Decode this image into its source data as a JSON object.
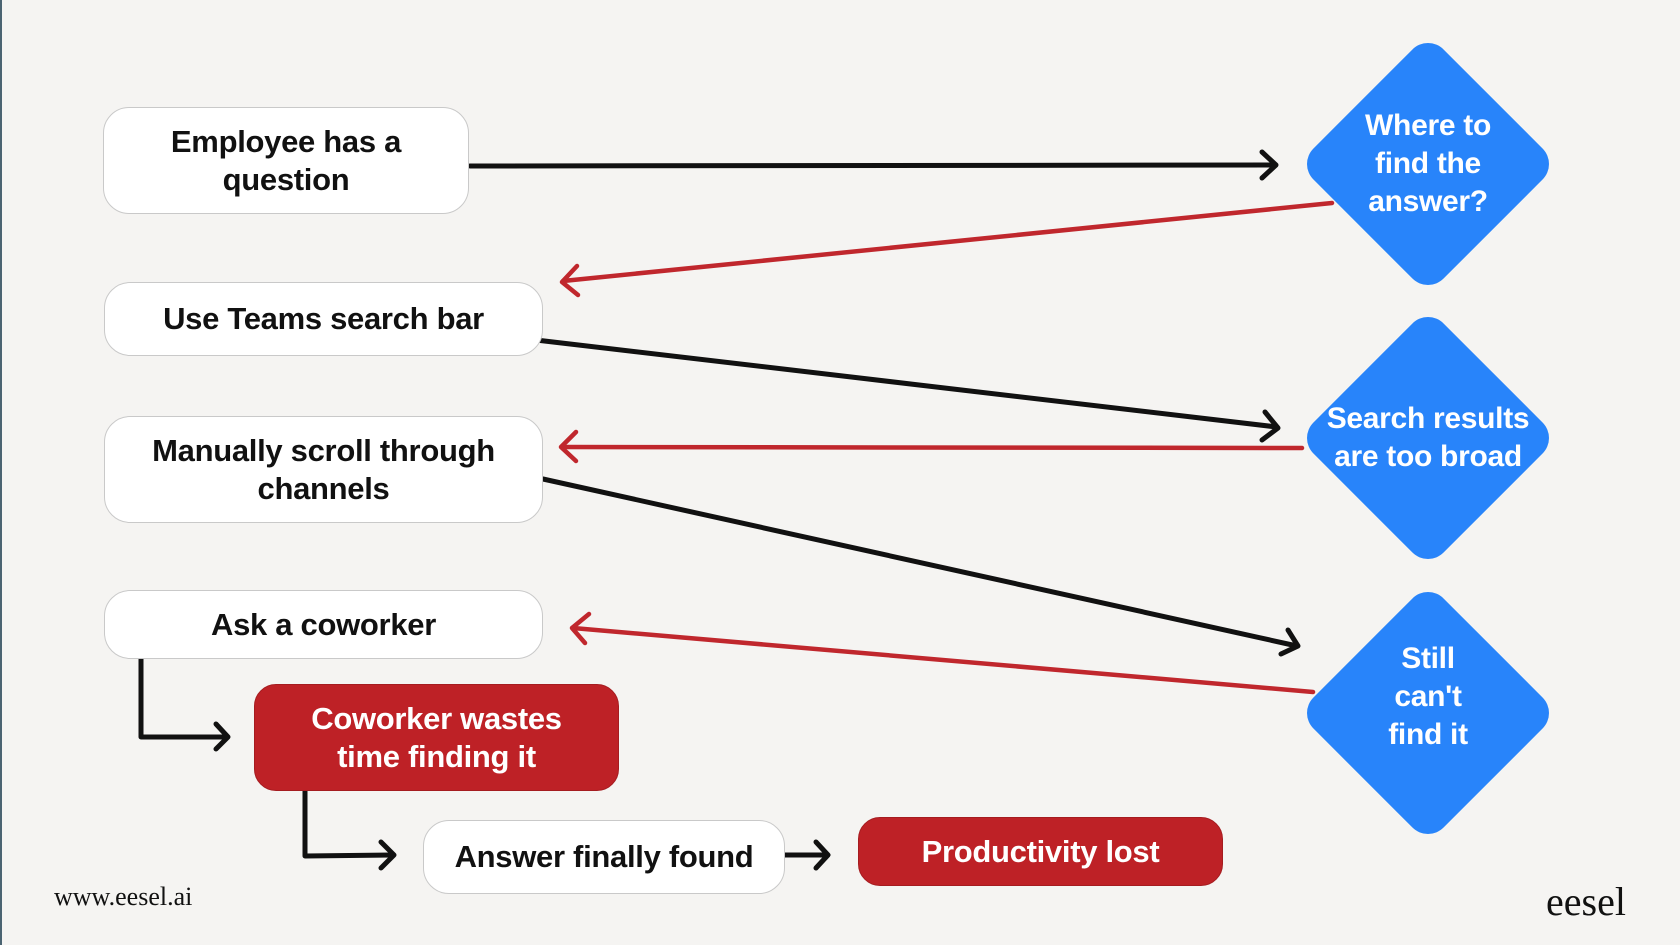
{
  "colors": {
    "background": "#f5f4f2",
    "decision_blue": "#2884fa",
    "problem_red": "#be2126",
    "arrow_black": "#111111",
    "arrow_red": "#c0272d"
  },
  "nodes": {
    "employee_question": "Employee has a question",
    "teams_search": "Use Teams search bar",
    "manual_scroll": "Manually scroll through channels",
    "ask_coworker": "Ask a coworker",
    "coworker_wastes_time": "Coworker wastes time finding it",
    "answer_found": "Answer finally found",
    "productivity_lost": "Productivity lost"
  },
  "decisions": {
    "where_to_find": "Where to find the answer?",
    "results_too_broad": "Search results are too broad",
    "still_cant_find": "Still can't find it"
  },
  "connections": [
    {
      "from": "Employee has a question",
      "to": "Where to find the answer?",
      "color": "black"
    },
    {
      "from": "Where to find the answer?",
      "to": "Use Teams search bar",
      "color": "red"
    },
    {
      "from": "Use Teams search bar",
      "to": "Search results are too broad",
      "color": "black"
    },
    {
      "from": "Search results are too broad",
      "to": "Manually scroll through channels",
      "color": "red"
    },
    {
      "from": "Manually scroll through channels",
      "to": "Still can't find it",
      "color": "black"
    },
    {
      "from": "Still can't find it",
      "to": "Ask a coworker",
      "color": "red"
    },
    {
      "from": "Ask a coworker",
      "to": "Coworker wastes time finding it",
      "color": "black"
    },
    {
      "from": "Coworker wastes time finding it",
      "to": "Answer finally found",
      "color": "black"
    },
    {
      "from": "Answer finally found",
      "to": "Productivity lost",
      "color": "black"
    }
  ],
  "footer": {
    "url": "www.eesel.ai",
    "logo": "eesel"
  }
}
